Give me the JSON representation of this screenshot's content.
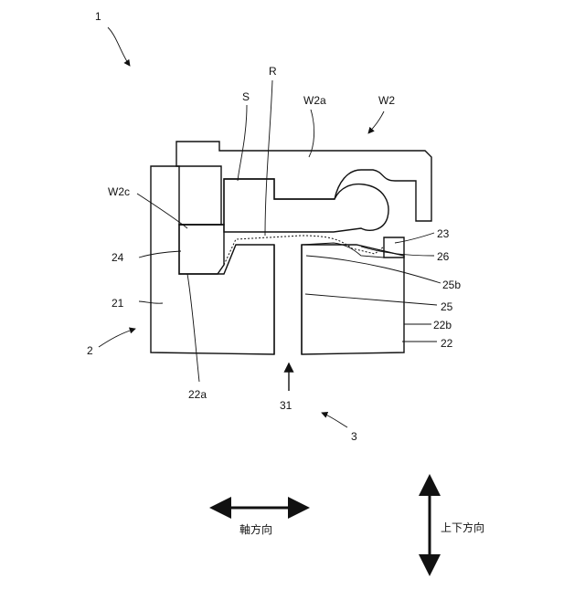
{
  "labels": {
    "assembly": "1",
    "sensor_side": "2",
    "port_side": "3",
    "r": "R",
    "s": "S",
    "w2a": "W2a",
    "w2": "W2",
    "w2c": "W2c",
    "n23": "23",
    "n24": "24",
    "n26": "26",
    "n25b": "25b",
    "n21": "21",
    "n25": "25",
    "n22b": "22b",
    "n22": "22",
    "n22a": "22a",
    "n31": "31"
  },
  "direction_labels": {
    "axial": "軸方向",
    "vertical": "上下方向"
  },
  "colors": {
    "ink": "#111111",
    "background": "#ffffff"
  }
}
